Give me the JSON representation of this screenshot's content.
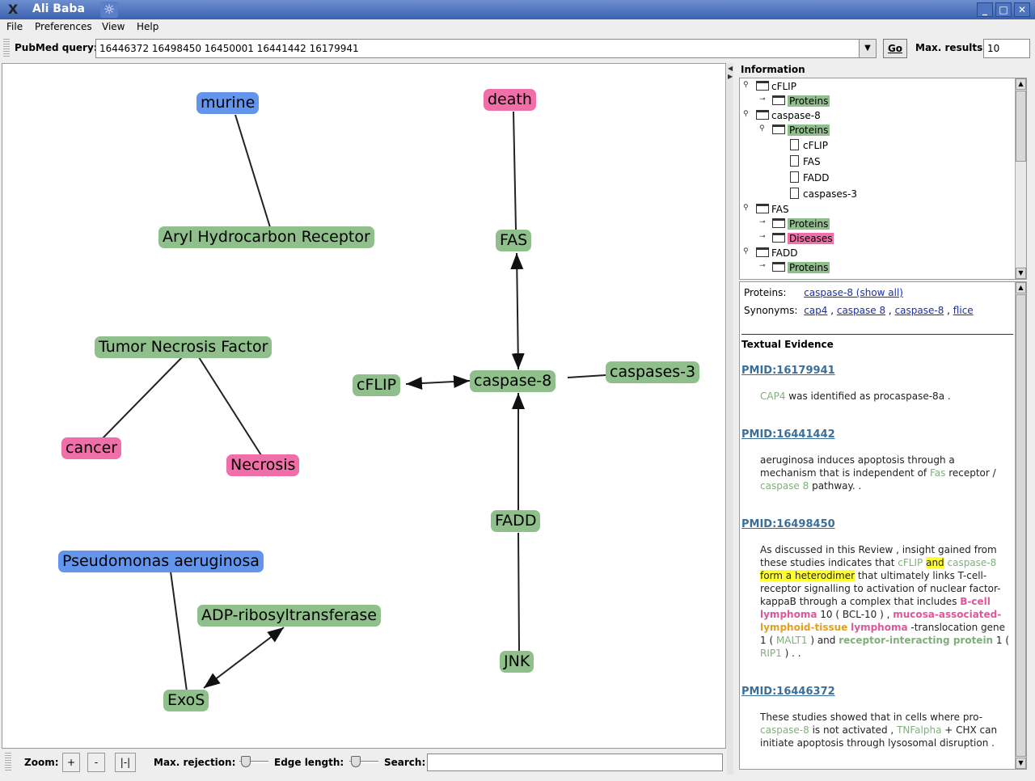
{
  "window": {
    "title": "Ali Baba",
    "app_icon": "x-logo-icon",
    "controls": [
      "minimize",
      "maximize",
      "close"
    ]
  },
  "menu": {
    "file": "File",
    "preferences": "Preferences",
    "view": "View",
    "help": "Help"
  },
  "query": {
    "label": "PubMed query:",
    "value": "16446372 16498450 16450001 16441442 16179941",
    "go": "Go",
    "max_label": "Max. results",
    "max_value": "10"
  },
  "graph": {
    "nodes": {
      "murine": "murine",
      "aryl": "Aryl Hydrocarbon Receptor",
      "tnf": "Tumor Necrosis Factor",
      "cancer": "cancer",
      "necrosis": "Necrosis",
      "pseudomonas": "Pseudomonas aeruginosa",
      "adp": "ADP-ribosyltransferase",
      "exos": "ExoS",
      "death": "death",
      "fas": "FAS",
      "caspase8": "caspase-8",
      "cflip": "cFLIP",
      "caspases3": "caspases-3",
      "fadd": "FADD",
      "jnk": "JNK"
    }
  },
  "bottom": {
    "zoom": "Zoom:",
    "zoom_in": "+",
    "zoom_out": "-",
    "zoom_fit": "|-|",
    "max_rejection": "Max. rejection:",
    "edge_length": "Edge length:",
    "search": "Search:"
  },
  "info": {
    "label": "Information",
    "tree": {
      "cflip": "cFLIP",
      "cflip_proteins": "Proteins",
      "caspase8": "caspase-8",
      "caspase8_proteins": "Proteins",
      "child_cflip": "cFLIP",
      "child_fas": "FAS",
      "child_fadd": "FADD",
      "child_caspases3": "caspases-3",
      "fas": "FAS",
      "fas_proteins": "Proteins",
      "fas_diseases": "Diseases",
      "fadd": "FADD",
      "fadd_proteins": "Proteins"
    },
    "details": {
      "proteins_label": "Proteins:",
      "proteins_link": "caspase-8 (show all)",
      "synonyms_label": "Synonyms:",
      "synonyms": [
        "cap4",
        "caspase 8",
        "caspase-8",
        "flice"
      ],
      "evidence_heading": "Textual Evidence",
      "pmid1": "PMID:16179941",
      "pmid2": "PMID:16441442",
      "pmid3": "PMID:16498450",
      "pmid4": "PMID:16446372"
    }
  }
}
